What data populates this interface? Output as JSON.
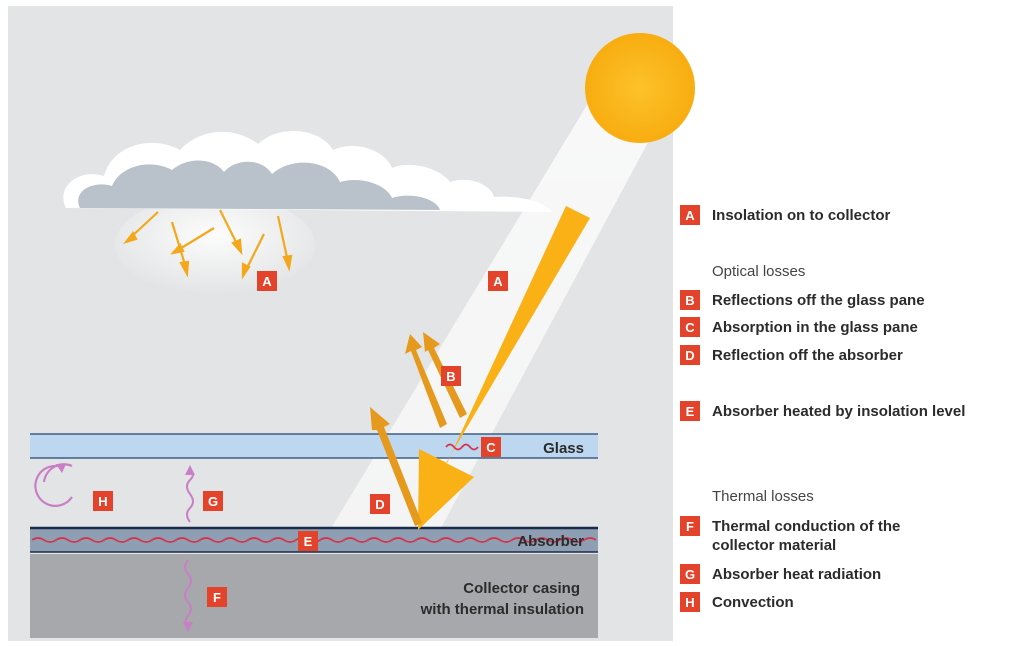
{
  "diagram": {
    "labels": {
      "glass": "Glass",
      "absorber": "Absorber",
      "casing_line1": "Collector casing",
      "casing_line2": "with thermal insulation"
    },
    "markers": {
      "A": "A",
      "B": "B",
      "C": "C",
      "D": "D",
      "E": "E",
      "F": "F",
      "G": "G",
      "H": "H"
    }
  },
  "legend": {
    "items": [
      {
        "letter": "A",
        "text": "Insolation on to collector"
      },
      {
        "letter": "B",
        "text": "Reflections off the glass pane"
      },
      {
        "letter": "C",
        "text": "Absorption in the glass pane"
      },
      {
        "letter": "D",
        "text": "Reflection off the absorber"
      },
      {
        "letter": "E",
        "text": "Absorber heated by insolation level"
      },
      {
        "letter": "F",
        "text": "Thermal conduction of the collector material"
      },
      {
        "letter": "G",
        "text": "Absorber heat radiation"
      },
      {
        "letter": "H",
        "text": "Convection"
      }
    ],
    "optical_heading": "Optical losses",
    "thermal_heading": "Thermal losses"
  },
  "colors": {
    "background": "#e3e4e5",
    "sun": "#fbb316",
    "beam": "#f9b116",
    "reflection": "#e59a1e",
    "marker": "#e3432b",
    "heat_wave": "#c97fc6"
  }
}
